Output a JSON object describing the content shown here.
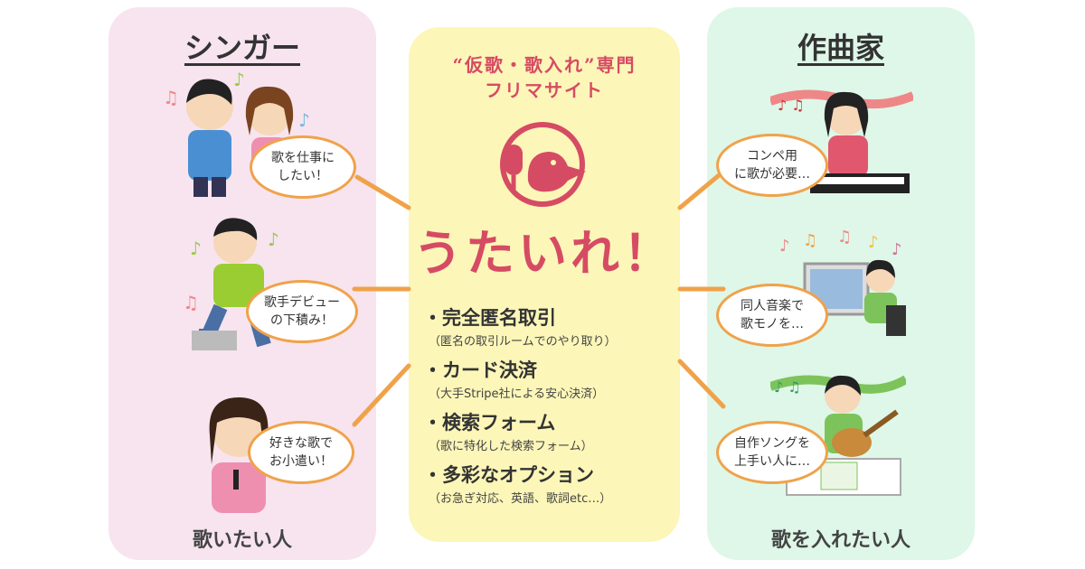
{
  "left": {
    "title": "シンガー",
    "footer": "歌いたい人",
    "bubbles": [
      {
        "line1": "歌を仕事に",
        "line2": "したい！"
      },
      {
        "line1": "歌手デビュー",
        "line2": "の下積み！"
      },
      {
        "line1": "好きな歌で",
        "line2": "お小遣い！"
      }
    ]
  },
  "right": {
    "title": "作曲家",
    "footer": "歌を入れたい人",
    "bubbles": [
      {
        "line1": "コンペ用",
        "line2": "に歌が必要…"
      },
      {
        "line1": "同人音楽で",
        "line2": "歌モノを…"
      },
      {
        "line1": "自作ソングを",
        "line2": "上手い人に…"
      }
    ]
  },
  "center": {
    "tagline_line1": "“仮歌・歌入れ”専門",
    "tagline_line2": "フリマサイト",
    "brand": "うたいれ！",
    "features": [
      {
        "title": "・完全匿名取引",
        "sub": "（匿名の取引ルームでのやり取り）"
      },
      {
        "title": "・カード決済",
        "sub": "（大手Stripe社による安心決済）"
      },
      {
        "title": "・検索フォーム",
        "sub": "（歌に特化した検索フォーム）"
      },
      {
        "title": "・多彩なオプション",
        "sub": "（お急ぎ対応、英語、歌詞etc…）"
      }
    ]
  },
  "colors": {
    "left_panel": "#f7e4ef",
    "center_panel": "#fcf6b8",
    "right_panel": "#def7e8",
    "connector": "#f0a24a",
    "brand": "#d64b64"
  }
}
